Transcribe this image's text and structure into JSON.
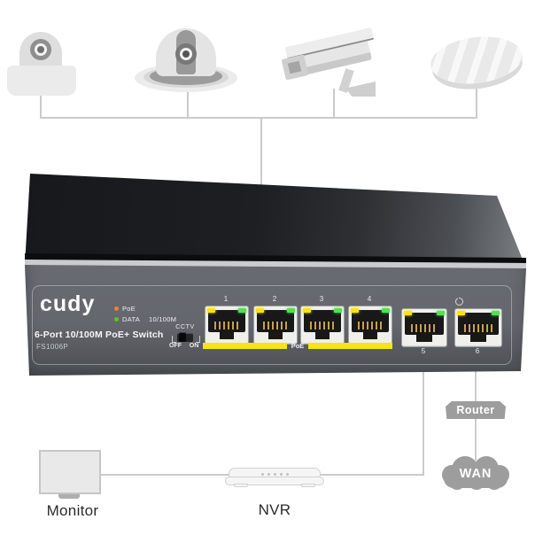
{
  "page": {
    "background": "#ffffff",
    "line_color": "#cbcbcb"
  },
  "top_devices": {
    "icons": [
      "turret-camera",
      "dome-camera",
      "bullet-camera",
      "ceiling-ap"
    ]
  },
  "switch": {
    "brand": "cudy",
    "leds": {
      "poe": {
        "label": "PoE",
        "color": "#f08135"
      },
      "data": {
        "label": "DATA",
        "speed": "10/100M",
        "color": "#5ec51e"
      }
    },
    "title": "6-Port 10/100M PoE+ Switch",
    "model": "FS1006P",
    "cctv": {
      "label": "CCTV",
      "off": "OFF",
      "on": "ON"
    },
    "poe_ports": [
      "1",
      "2",
      "3",
      "4"
    ],
    "poe_bar_label": "PoE",
    "uplink_ports": [
      "5",
      "6"
    ],
    "power_icon": "power-symbol",
    "colors": {
      "front_face": "#6a6d73",
      "top_face_dark": "#17181b",
      "poe_bar_yellow": "#f7e411",
      "port_led_yellow": "#ffe20c",
      "port_led_green": "#52e052"
    }
  },
  "peripherals": {
    "monitor": {
      "label": "Monitor"
    },
    "nvr": {
      "label": "NVR"
    },
    "router": {
      "label": "Router",
      "color": "#9d9d9d"
    },
    "wan": {
      "label": "WAN",
      "color": "#9d9d9d"
    }
  }
}
